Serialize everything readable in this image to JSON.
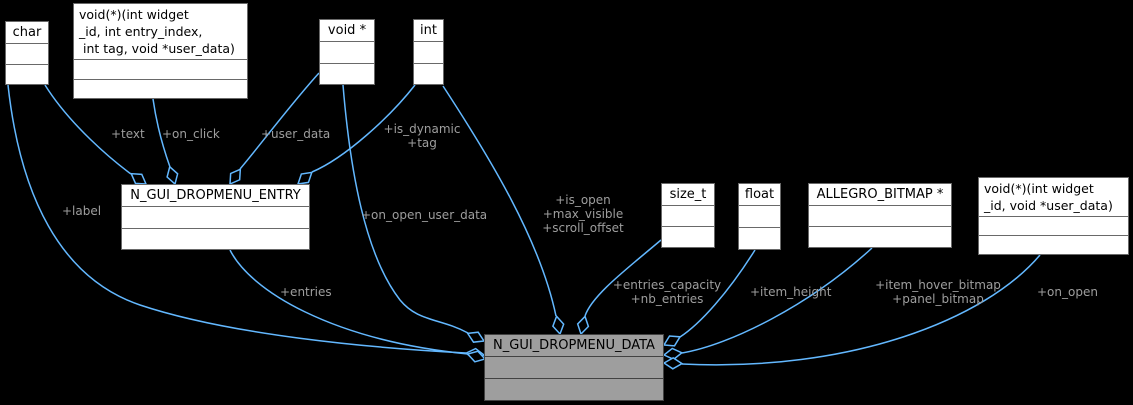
{
  "diagram": {
    "type": "uml-collaboration-graph",
    "background_color": "#000000",
    "edge_color": "#63b8ff",
    "edge_label_color": "#9e9e9e",
    "node_fill": "#ffffff",
    "node_border": "#696969",
    "highlight_node_fill": "#9e9e9e",
    "highlight_node_border": "#424242",
    "relationship_style": "open-diamond-aggregation"
  },
  "nodes": [
    {
      "id": "char",
      "label": "char",
      "highlighted": false
    },
    {
      "id": "on-click-fn",
      "label": "void(*)(int widget\n_id, int entry_index,\n int tag, void *user_data)",
      "highlighted": false
    },
    {
      "id": "void-ptr",
      "label": "void *",
      "highlighted": false
    },
    {
      "id": "int",
      "label": "int",
      "highlighted": false
    },
    {
      "id": "entry",
      "label": "N_GUI_DROPMENU_ENTRY",
      "highlighted": false
    },
    {
      "id": "size-t",
      "label": "size_t",
      "highlighted": false
    },
    {
      "id": "float",
      "label": "float",
      "highlighted": false
    },
    {
      "id": "allegro-bitmap",
      "label": "ALLEGRO_BITMAP *",
      "highlighted": false
    },
    {
      "id": "on-open-fn",
      "label": "void(*)(int widget\n_id, void *user_data)",
      "highlighted": false
    },
    {
      "id": "data",
      "label": "N_GUI_DROPMENU_DATA",
      "highlighted": true
    }
  ],
  "edges": [
    {
      "from": "char",
      "to": "entry",
      "label": "+text"
    },
    {
      "from": "on-click-fn",
      "to": "entry",
      "label": "+on_click"
    },
    {
      "from": "void-ptr",
      "to": "entry",
      "label": "+user_data"
    },
    {
      "from": "int",
      "to": "entry",
      "label": "+is_dynamic\n+tag"
    },
    {
      "from": "char",
      "to": "data",
      "label": "+label"
    },
    {
      "from": "void-ptr",
      "to": "data",
      "label": "+on_open_user_data"
    },
    {
      "from": "int",
      "to": "data",
      "label": "+is_open\n+max_visible\n+scroll_offset"
    },
    {
      "from": "entry",
      "to": "data",
      "label": "+entries"
    },
    {
      "from": "size-t",
      "to": "data",
      "label": "+entries_capacity\n+nb_entries"
    },
    {
      "from": "float",
      "to": "data",
      "label": "+item_height"
    },
    {
      "from": "allegro-bitmap",
      "to": "data",
      "label": "+item_hover_bitmap\n+panel_bitmap"
    },
    {
      "from": "on-open-fn",
      "to": "data",
      "label": "+on_open"
    }
  ]
}
